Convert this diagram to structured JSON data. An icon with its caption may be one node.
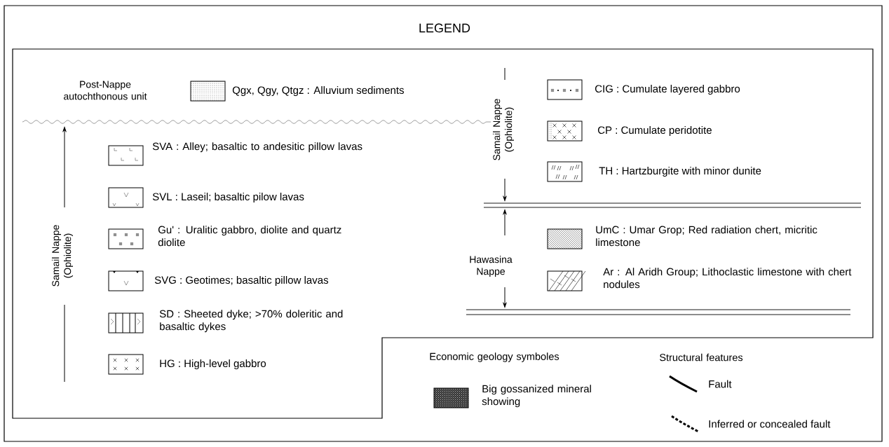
{
  "diagram": {
    "title": "LEGEND",
    "labels": [
      "Post-Nappe autochthonous unit",
      "Samail Nappe (Ophiolite)",
      "Samail Nappe (Ophiolite)",
      "Hawasina Nappe",
      "Economic geology symboles",
      "Structural features"
    ],
    "legend": [
      {
        "text": "Qgx, Qgy, Qtgz  : Alluvium sediments"
      },
      {
        "text": "SVA : Alley; basaltic to andesitic pillow lavas"
      },
      {
        "text": "SVL : Laseil; basaltic pilow lavas"
      },
      {
        "text": "Gu' : Uralitic gabbro, diolite and quartz diolite"
      },
      {
        "text": "SVG : Geotimes; basaltic pillow lavas"
      },
      {
        "text": "SD : Sheeted dyke; >70% doleritic and basaltic dykes"
      },
      {
        "text": "HG : High-level gabbro"
      },
      {
        "text": "CIG : Cumulate layered gabbro"
      },
      {
        "text": "CP : Cumulate peridotite"
      },
      {
        "text": "TH : Hartzburgite with minor dunite"
      },
      {
        "text": "UmC : Umar Grop; Red radiation chert, micritic limestone"
      },
      {
        "text": "Ar : Al Aridh Group; Lithoclastic limestone with chert nodules"
      },
      {
        "text": "Big gossanized mineral showing"
      },
      {
        "text": "Fault"
      },
      {
        "text": "Inferred or concealed fault"
      }
    ]
  }
}
